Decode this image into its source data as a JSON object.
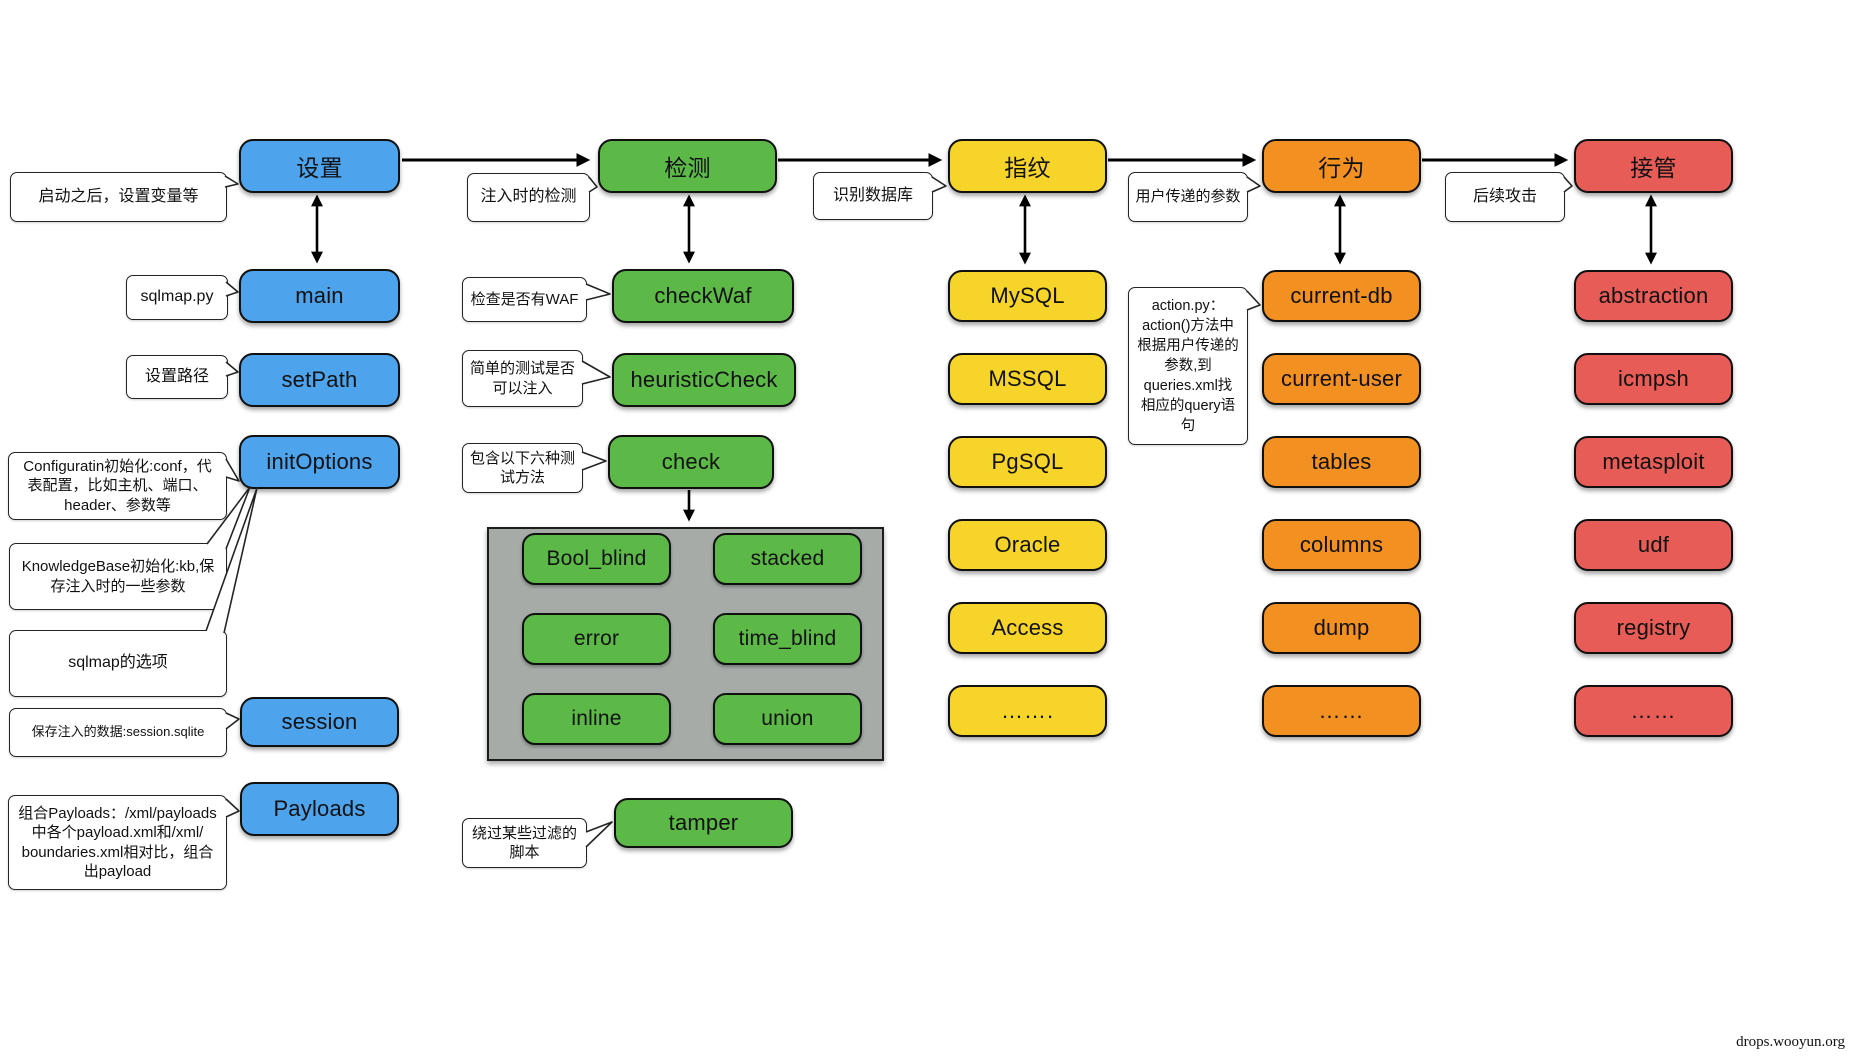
{
  "watermark": "drops.wooyun.org",
  "colors": {
    "blue": "#4DA3EC",
    "green": "#5CB948",
    "yellow": "#F6D42A",
    "orange": "#F29022",
    "red": "#E85C57",
    "panel": "#A6ABA8"
  },
  "columns": {
    "setup": {
      "header": "设置",
      "nodes": {
        "main": "main",
        "setPath": "setPath",
        "initOptions": "initOptions",
        "session": "session",
        "payloads": "Payloads"
      }
    },
    "detection": {
      "header": "检测",
      "nodes": {
        "checkWaf": "checkWaf",
        "heuristicCheck": "heuristicCheck",
        "check": "check",
        "tamper": "tamper"
      },
      "check_methods": [
        "Bool_blind",
        "stacked",
        "error",
        "time_blind",
        "inline",
        "union"
      ]
    },
    "fingerprint": {
      "header": "指纹",
      "nodes": [
        "MySQL",
        "MSSQL",
        "PgSQL",
        "Oracle",
        "Access",
        "……."
      ]
    },
    "behavior": {
      "header": "行为",
      "nodes": [
        "current-db",
        "current-user",
        "tables",
        "columns",
        "dump",
        "……"
      ]
    },
    "takeover": {
      "header": "接管",
      "nodes": [
        "abstraction",
        "icmpsh",
        "metasploit",
        "udf",
        "registry",
        "……"
      ]
    }
  },
  "callouts": {
    "setup_note": "启动之后，设置变量等",
    "main_note": "sqlmap.py",
    "setPath_note": "设置路径",
    "initOptions_conf": "Configuratin初始化:conf，代\n表配置，比如主机、端口、\nheader、参数等",
    "initOptions_kb": "KnowledgeBase初始化:kb,保\n存注入时的一些参数",
    "initOptions_options": "sqlmap的选项",
    "session_note": "保存注入的数据:session.sqlite",
    "payloads_note": "组合Payloads：/xml/payloads\n中各个payload.xml和/xml/\nboundaries.xml相对比，组合\n出payload",
    "detection_note": "注入时的检测",
    "checkWaf_note": "检查是否有WAF",
    "heuristicCheck_note": "简单的测试是否\n可以注入",
    "check_note": "包含以下六种测\n试方法",
    "tamper_note": "绕过某些过滤的\n脚本",
    "fingerprint_note": "识别数据库",
    "behavior_note": "用户传递的参数",
    "action_py_note": "action.py：\naction()方法中\n根据用户传递的\n参数,到\nqueries.xml找\n相应的query语\n句",
    "takeover_note": "后续攻击"
  }
}
